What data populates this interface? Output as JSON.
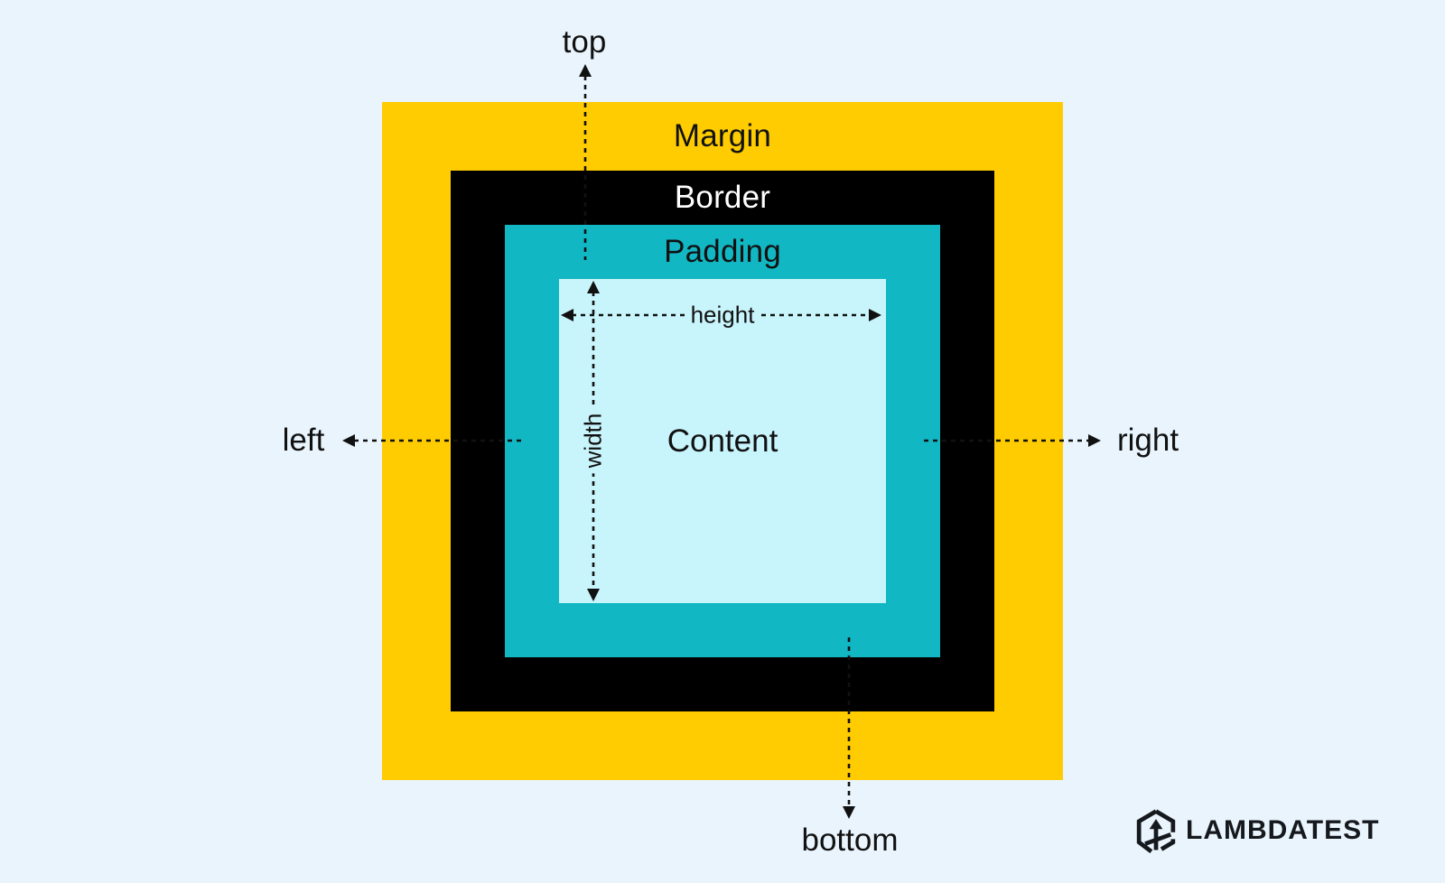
{
  "diagram": {
    "title_implicit": "CSS box model",
    "boxes": {
      "margin_label": "Margin",
      "border_label": "Border",
      "padding_label": "Padding",
      "content_label": "Content"
    },
    "direction_labels": {
      "top": "top",
      "left": "left",
      "right": "right",
      "bottom": "bottom"
    },
    "dimension_labels": {
      "horizontal_arrow": "height",
      "vertical_arrow": "width"
    },
    "colors": {
      "background": "#E9F4FD",
      "margin": "#FFCC02",
      "border": "#000000",
      "padding": "#12B7C4",
      "content": "#C8F4FB",
      "arrow": "#111111",
      "border_text": "#FFFFFF"
    },
    "icons": {
      "brand": "lambdatest-hexagon-arrow-icon"
    }
  },
  "branding": {
    "logo_text": "LAMBDATEST"
  }
}
